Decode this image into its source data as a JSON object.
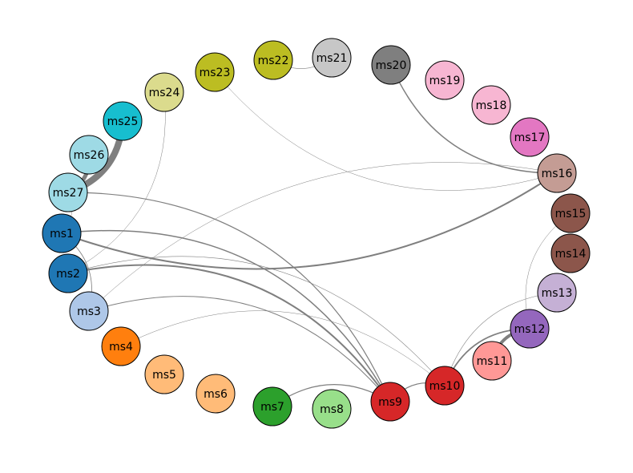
{
  "nodes": [
    {
      "id": "ms1",
      "label": "ms1",
      "color": "#1f77b4"
    },
    {
      "id": "ms2",
      "label": "ms2",
      "color": "#1f77b4"
    },
    {
      "id": "ms3",
      "label": "ms3",
      "color": "#aec7e8"
    },
    {
      "id": "ms4",
      "label": "ms4",
      "color": "#ff7f0e"
    },
    {
      "id": "ms5",
      "label": "ms5",
      "color": "#ffbb78"
    },
    {
      "id": "ms6",
      "label": "ms6",
      "color": "#ffbb78"
    },
    {
      "id": "ms7",
      "label": "ms7",
      "color": "#2ca02c"
    },
    {
      "id": "ms8",
      "label": "ms8",
      "color": "#98df8a"
    },
    {
      "id": "ms9",
      "label": "ms9",
      "color": "#d62728"
    },
    {
      "id": "ms10",
      "label": "ms10",
      "color": "#d62728"
    },
    {
      "id": "ms11",
      "label": "ms11",
      "color": "#ff9896"
    },
    {
      "id": "ms12",
      "label": "ms12",
      "color": "#9467bd"
    },
    {
      "id": "ms13",
      "label": "ms13",
      "color": "#c5b0d5"
    },
    {
      "id": "ms14",
      "label": "ms14",
      "color": "#8c564b"
    },
    {
      "id": "ms15",
      "label": "ms15",
      "color": "#8c564b"
    },
    {
      "id": "ms16",
      "label": "ms16",
      "color": "#c49c94"
    },
    {
      "id": "ms17",
      "label": "ms17",
      "color": "#e377c2"
    },
    {
      "id": "ms18",
      "label": "ms18",
      "color": "#f7b6d2"
    },
    {
      "id": "ms19",
      "label": "ms19",
      "color": "#f7b6d2"
    },
    {
      "id": "ms20",
      "label": "ms20",
      "color": "#7f7f7f"
    },
    {
      "id": "ms21",
      "label": "ms21",
      "color": "#c7c7c7"
    },
    {
      "id": "ms22",
      "label": "ms22",
      "color": "#bcbd22"
    },
    {
      "id": "ms23",
      "label": "ms23",
      "color": "#bcbd22"
    },
    {
      "id": "ms24",
      "label": "ms24",
      "color": "#dbdb8d"
    },
    {
      "id": "ms25",
      "label": "ms25",
      "color": "#17becf"
    },
    {
      "id": "ms26",
      "label": "ms26",
      "color": "#9edae5"
    },
    {
      "id": "ms27",
      "label": "ms27",
      "color": "#9edae5"
    }
  ],
  "edges": [
    {
      "source": "ms27",
      "target": "ms25",
      "weight": 8
    },
    {
      "source": "ms27",
      "target": "ms26",
      "weight": 5
    },
    {
      "source": "ms27",
      "target": "ms9",
      "weight": 1.2
    },
    {
      "source": "ms1",
      "target": "ms9",
      "weight": 1.5
    },
    {
      "source": "ms1",
      "target": "ms16",
      "weight": 2
    },
    {
      "source": "ms1",
      "target": "ms3",
      "weight": 0.8
    },
    {
      "source": "ms2",
      "target": "ms9",
      "weight": 2
    },
    {
      "source": "ms2",
      "target": "ms10",
      "weight": 0.6
    },
    {
      "source": "ms2",
      "target": "ms24",
      "weight": 0.5
    },
    {
      "source": "ms3",
      "target": "ms9",
      "weight": 1
    },
    {
      "source": "ms3",
      "target": "ms16",
      "weight": 0.5
    },
    {
      "source": "ms4",
      "target": "ms10",
      "weight": 0.5
    },
    {
      "source": "ms7",
      "target": "ms9",
      "weight": 1.2
    },
    {
      "source": "ms9",
      "target": "ms10",
      "weight": 1.2
    },
    {
      "source": "ms10",
      "target": "ms12",
      "weight": 1.8
    },
    {
      "source": "ms10",
      "target": "ms13",
      "weight": 0.6
    },
    {
      "source": "ms11",
      "target": "ms12",
      "weight": 4
    },
    {
      "source": "ms12",
      "target": "ms15",
      "weight": 0.5
    },
    {
      "source": "ms16",
      "target": "ms20",
      "weight": 1.5
    },
    {
      "source": "ms16",
      "target": "ms23",
      "weight": 0.5
    },
    {
      "source": "ms21",
      "target": "ms22",
      "weight": 0.6
    },
    {
      "source": "ms27",
      "target": "ms1",
      "weight": 0.5
    }
  ],
  "edge_color": "#7f7f7f",
  "node_border_color": "#000000"
}
